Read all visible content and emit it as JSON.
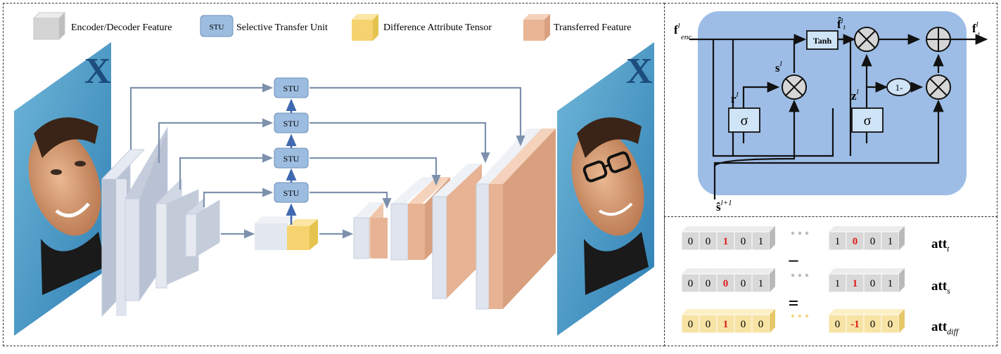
{
  "legend": {
    "encoder_decoder": "Encoder/Decoder Feature",
    "stu_box": "STU",
    "stu": "Selective Transfer Unit",
    "diff_attr": "Difference Attribute Tensor",
    "transferred": "Transferred Feature"
  },
  "stu_labels": [
    "STU",
    "STU",
    "STU",
    "STU"
  ],
  "gate": {
    "tanh": "Tanh",
    "sigma_r": "σ",
    "sigma_z": "σ",
    "one_minus": "1-",
    "f_enc": "f",
    "f_enc_sup": "l",
    "f_enc_sub": "enc",
    "f_t": "f",
    "f_t_sup": "l",
    "f_t_sub": "t",
    "f_hat": "f̂",
    "f_hat_sup": "l",
    "f_hat_sub": "t",
    "s": "s",
    "s_sup": "l",
    "r": "r",
    "r_sup": "l",
    "z": "z",
    "z_sup": "l",
    "s_hat": "ŝ",
    "s_hat_sup": "l+1"
  },
  "attributes": {
    "rows": [
      {
        "left": [
          "0",
          "0",
          "1",
          "0",
          "1"
        ],
        "right": [
          "1",
          "0",
          "0",
          "1"
        ],
        "left_red": 2,
        "right_red": 1,
        "label": "att",
        "sub": "t",
        "color": "gray"
      },
      {
        "left": [
          "0",
          "0",
          "0",
          "0",
          "1"
        ],
        "right": [
          "1",
          "1",
          "0",
          "1"
        ],
        "left_red": 2,
        "right_red": 1,
        "label": "att",
        "sub": "s",
        "color": "gray"
      },
      {
        "left": [
          "0",
          "0",
          "1",
          "0",
          "0"
        ],
        "right": [
          "0",
          "-1",
          "0",
          "0"
        ],
        "left_red": 2,
        "right_red": 1,
        "label": "att",
        "sub": "diff",
        "color": "yellow"
      }
    ],
    "minus": "–",
    "equals": "="
  }
}
